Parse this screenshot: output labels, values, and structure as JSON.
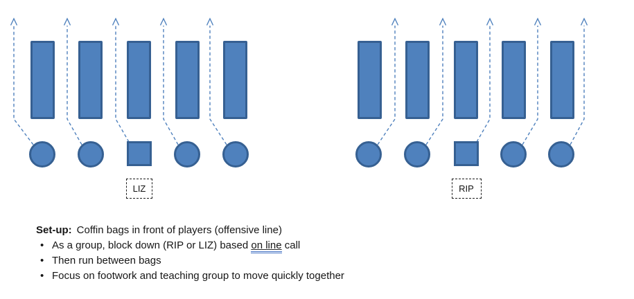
{
  "colors": {
    "shape_fill": "#4f81bd",
    "shape_stroke": "#366092",
    "arrow": "#4f81bd",
    "label_border": "#1c1c1c",
    "text": "#161616"
  },
  "diagram": {
    "groups": [
      {
        "id": "liz",
        "call_label": "LIZ",
        "direction": "left",
        "players": [
          "circle",
          "circle",
          "square",
          "circle",
          "circle"
        ],
        "bags": 5
      },
      {
        "id": "rip",
        "call_label": "RIP",
        "direction": "right",
        "players": [
          "circle",
          "circle",
          "square",
          "circle",
          "circle"
        ],
        "bags": 5
      }
    ]
  },
  "setup": {
    "bullet_char": "•",
    "heading": "Set-up:",
    "heading_text": "Coffin bags in front of players (offensive line)",
    "bullet1": {
      "pre": "As a group, block down (RIP or LIZ) based ",
      "underline": "on line",
      "post": " call"
    },
    "bullet2": "Then run between bags",
    "bullet3": "Focus on footwork and teaching group to move quickly together"
  }
}
